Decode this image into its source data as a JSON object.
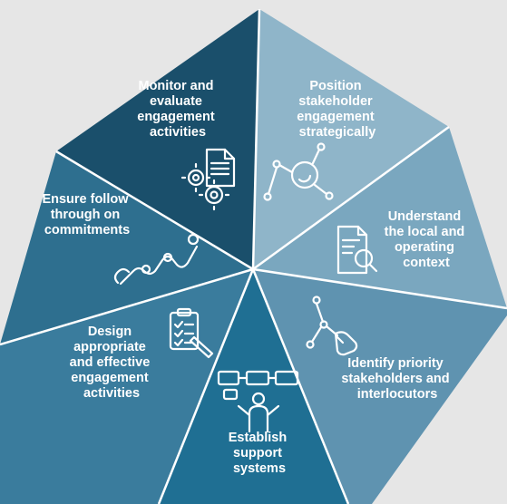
{
  "diagram": {
    "colors": {
      "background": "#e6e6e6",
      "segments": [
        "#2e6f8f",
        "#1f5b78",
        "#1a4f6b",
        "#8fb5c9",
        "#7aa7bf",
        "#5f93b0",
        "#3a7c9d"
      ]
    },
    "segments": [
      {
        "id": "monitor",
        "lines": [
          "Monitor and",
          "evaluate",
          "engagement",
          "activities"
        ],
        "icon": "gears-document-icon"
      },
      {
        "id": "position",
        "lines": [
          "Position",
          "stakeholder",
          "engagement",
          "strategically"
        ],
        "icon": "magnifier-network-icon"
      },
      {
        "id": "understand",
        "lines": [
          "Understand",
          "the local and",
          "operating",
          "context"
        ],
        "icon": "document-search-icon"
      },
      {
        "id": "identify",
        "lines": [
          "Identify priority",
          "stakeholders and",
          "interlocutors"
        ],
        "icon": "hand-network-icon"
      },
      {
        "id": "establish",
        "lines": [
          "Establish",
          "support",
          "systems"
        ],
        "icon": "person-chat-icon"
      },
      {
        "id": "design",
        "lines": [
          "Design",
          "appropriate",
          "and effective",
          "engagement",
          "activities"
        ],
        "icon": "clipboard-pen-icon"
      },
      {
        "id": "ensure",
        "lines": [
          "Ensure follow",
          "through on",
          "commitments"
        ],
        "icon": "route-path-icon"
      }
    ]
  }
}
